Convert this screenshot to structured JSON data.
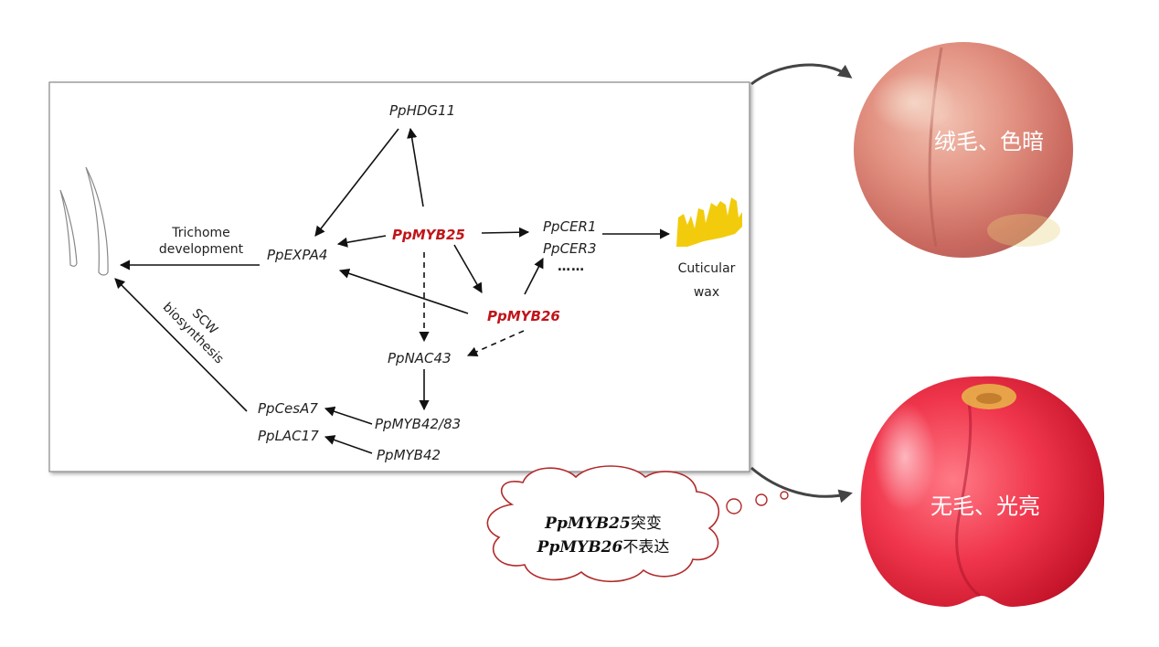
{
  "diagram": {
    "nodes": {
      "hdg11": "PpHDG11",
      "myb25": "PpMYB25",
      "cer1": "PpCER1",
      "cer3": "PpCER3",
      "cer_more": "……",
      "expa4": "PpEXPA4",
      "myb26": "PpMYB26",
      "nac43": "PpNAC43",
      "cesa7": "PpCesA7",
      "lac17": "PpLAC17",
      "myb4283": "PpMYB42/83",
      "myb42": "PpMYB42"
    },
    "labels": {
      "trichome_line1": "Trichome",
      "trichome_line2": "development",
      "scw_line1": "SCW",
      "scw_line2": "biosynthesis",
      "cuticular_line1": "Cuticular",
      "cuticular_line2": "wax"
    }
  },
  "fruits": {
    "peach_label": "绒毛、色暗",
    "nectarine_label": "无毛、光亮"
  },
  "thought_bubble": {
    "line1_gene": "PpMYB25",
    "line1_text": "突变",
    "line2_gene": "PpMYB26",
    "line2_text": "不表达"
  },
  "colors": {
    "highlight_gene": "#c0151a",
    "wax": "#f2cc0c",
    "peach": "#e88f80",
    "nectarine": "#e83a4c",
    "bubble_border": "#b22a2a"
  }
}
